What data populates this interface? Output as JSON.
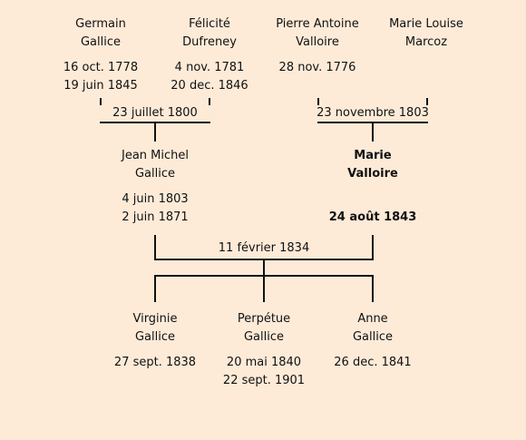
{
  "top_row": [
    {
      "first": "Germain",
      "last": "Gallice",
      "birth": "16 oct. 1778",
      "death": "19 juin 1845"
    },
    {
      "first": "Félicité",
      "last": "Dufreney",
      "birth": "4 nov. 1781",
      "death": "20 dec. 1846"
    },
    {
      "first": "Pierre Antoine",
      "last": "Valloire",
      "birth": "28 nov. 1776",
      "death": ""
    },
    {
      "first": "Marie Louise",
      "last": "Marcoz",
      "birth": "",
      "death": ""
    }
  ],
  "top_unions": [
    "23 juillet 1800",
    "23 novembre 1803"
  ],
  "middle_row": [
    {
      "first": "Jean Michel",
      "last": "Gallice",
      "birth": "4 juin 1803",
      "death": "2 juin 1871"
    },
    {
      "first": "Marie",
      "last": "Valloire",
      "birth": "",
      "death": "24 août 1843"
    }
  ],
  "middle_union": "11 février 1834",
  "children": [
    {
      "first": "Virginie",
      "last": "Gallice",
      "birth": "27 sept. 1838",
      "death": ""
    },
    {
      "first": "Perpétue",
      "last": "Gallice",
      "birth": "20 mai 1840",
      "death": "22 sept. 1901"
    },
    {
      "first": "Anne",
      "last": "Gallice",
      "birth": "26 dec. 1841",
      "death": ""
    }
  ],
  "colors": {
    "background": "#fdebd8",
    "line": "#111111"
  }
}
